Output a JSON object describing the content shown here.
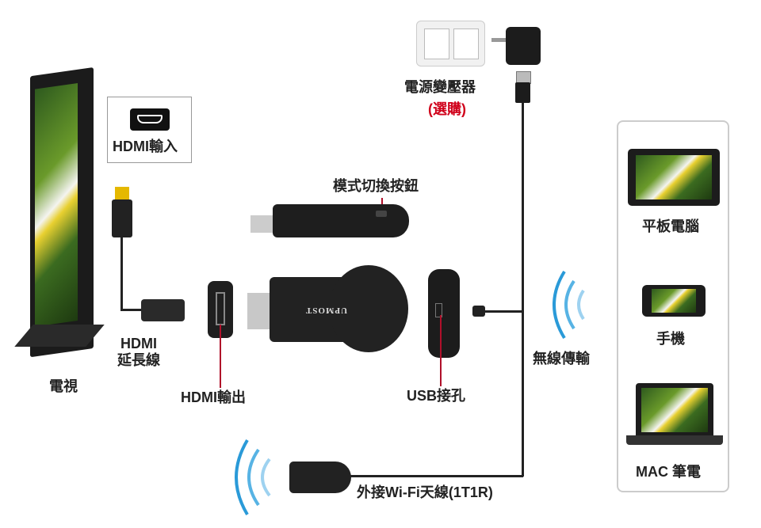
{
  "labels": {
    "hdmi_input": "HDMI輸入",
    "hdmi_extension": [
      "HDMI",
      "延長線"
    ],
    "tv": "電視",
    "hdmi_output": "HDMI輸出",
    "mode_switch_button": "模式切換按鈕",
    "power_adapter": "電源變壓器",
    "optional": "(選購)",
    "usb_port": "USB接孔",
    "wireless": "無線傳輸",
    "external_antenna": "外接Wi-Fi天線(1T1R)",
    "tablet": "平板電腦",
    "phone": "手機",
    "laptop": "MAC 筆電",
    "brand": "UPMOST"
  },
  "colors": {
    "accent_red": "#d0021b",
    "wifi_blue": "#2a9ad8"
  }
}
